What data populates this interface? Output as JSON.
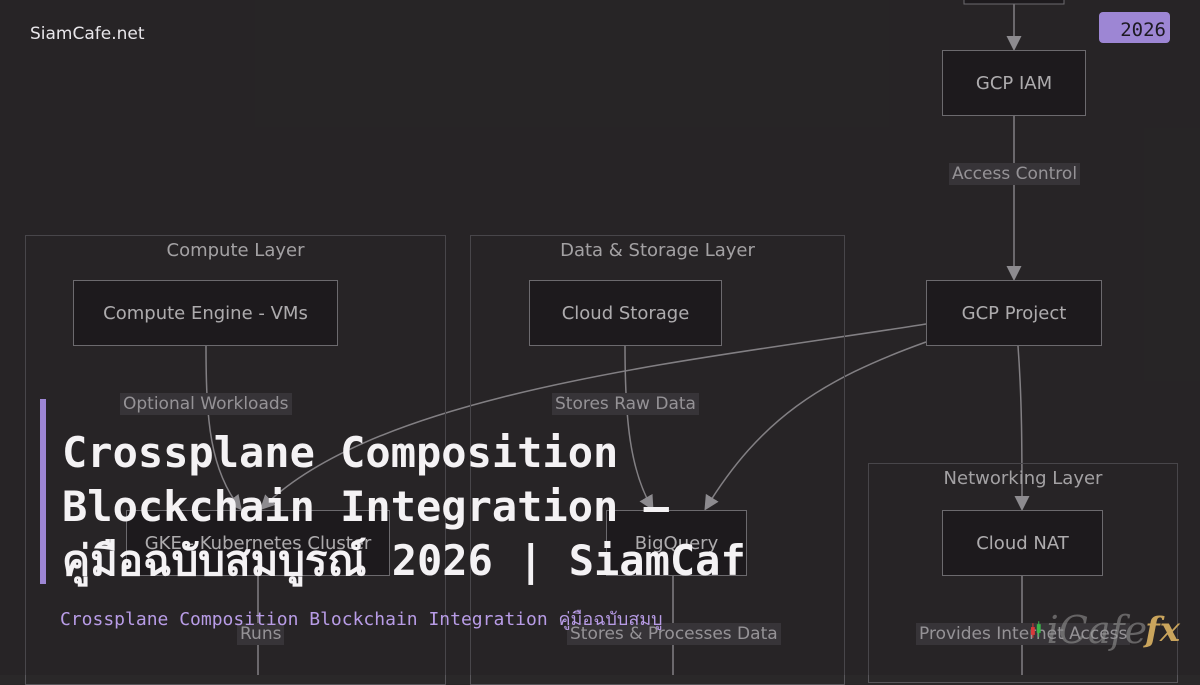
{
  "brand": "SiamCafe.net",
  "year_badge": "2026",
  "diagram": {
    "clusters": {
      "compute": "Compute Layer",
      "data": "Data & Storage Layer",
      "network": "Networking Layer"
    },
    "nodes": {
      "gcp_iam": "GCP IAM",
      "gcp_project": "GCP Project",
      "compute_engine": "Compute Engine - VMs",
      "cloud_storage": "Cloud Storage",
      "gke": "GKE - Kubernetes Cluster",
      "bigquery": "BigQuery",
      "cloud_nat": "Cloud NAT"
    },
    "edge_labels": {
      "access_control": "Access Control",
      "optional_workloads": "Optional Workloads",
      "stores_raw_data": "Stores Raw Data",
      "runs": "Runs",
      "stores_processes": "Stores & Processes Data",
      "provides_internet": "Provides Internet Access"
    }
  },
  "headline": {
    "line1": "Crossplane Composition",
    "line2": "Blockchain Integration —",
    "line3": "คู่มือฉบับสมบูรณ์ 2026 | SiamCaf"
  },
  "subtitle": "Crossplane Composition Blockchain Integration คู่มือฉบับสมบู",
  "logo": {
    "text": "iCafe",
    "suffix": "fx",
    "accent_colors": [
      "#d83a3a",
      "#3ab44a",
      "#c9a45c"
    ]
  }
}
